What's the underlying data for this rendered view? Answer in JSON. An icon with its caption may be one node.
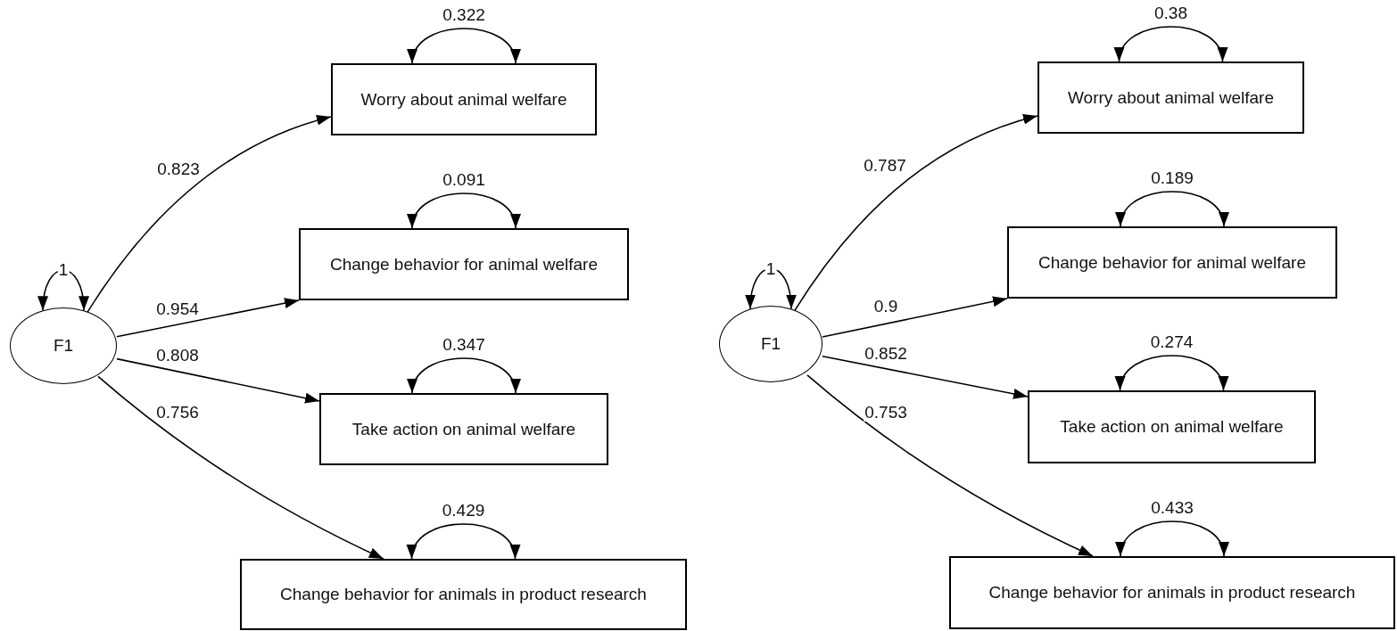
{
  "diagram": {
    "nodes": [
      {
        "text": [
          "F1"
        ]
      },
      {
        "text": [
          "Worry about animal welfare"
        ]
      },
      {
        "text": [
          "Change behavior for animal welfare"
        ]
      },
      {
        "text": [
          "Take action on animal welfare"
        ]
      },
      {
        "text": [
          "Change behavior for animals in product research"
        ]
      },
      {
        "text": [
          "F1"
        ]
      },
      {
        "text": [
          "Worry about animal welfare"
        ]
      },
      {
        "text": [
          "Change behavior for animal welfare"
        ]
      },
      {
        "text": [
          "Take action on animal welfare"
        ]
      },
      {
        "text": [
          "Change behavior for animals in product research"
        ]
      }
    ],
    "edges": [
      {
        "from": 0,
        "to": 0,
        "arrow": "both",
        "label": "1"
      },
      {
        "from": 0,
        "to": 1,
        "arrow": "to",
        "label": "0.823"
      },
      {
        "from": 0,
        "to": 2,
        "arrow": "to",
        "label": "0.954"
      },
      {
        "from": 0,
        "to": 3,
        "arrow": "to",
        "label": "0.808"
      },
      {
        "from": 0,
        "to": 4,
        "arrow": "to",
        "label": "0.756"
      },
      {
        "from": 1,
        "to": 1,
        "arrow": "both",
        "label": "0.322"
      },
      {
        "from": 2,
        "to": 2,
        "arrow": "both",
        "label": "0.091"
      },
      {
        "from": 3,
        "to": 3,
        "arrow": "both",
        "label": "0.347"
      },
      {
        "from": 4,
        "to": 4,
        "arrow": "both",
        "label": "0.429"
      },
      {
        "from": 5,
        "to": 5,
        "arrow": "both",
        "label": "1"
      },
      {
        "from": 5,
        "to": 6,
        "arrow": "to",
        "label": "0.787"
      },
      {
        "from": 5,
        "to": 7,
        "arrow": "to",
        "label": "0.9"
      },
      {
        "from": 5,
        "to": 8,
        "arrow": "to",
        "label": "0.852"
      },
      {
        "from": 5,
        "to": 9,
        "arrow": "to",
        "label": "0.753"
      },
      {
        "from": 6,
        "to": 6,
        "arrow": "both",
        "label": "0.38"
      },
      {
        "from": 7,
        "to": 7,
        "arrow": "both",
        "label": "0.189"
      },
      {
        "from": 8,
        "to": 8,
        "arrow": "both",
        "label": "0.274"
      },
      {
        "from": 9,
        "to": 9,
        "arrow": "both",
        "label": "0.433"
      }
    ]
  }
}
